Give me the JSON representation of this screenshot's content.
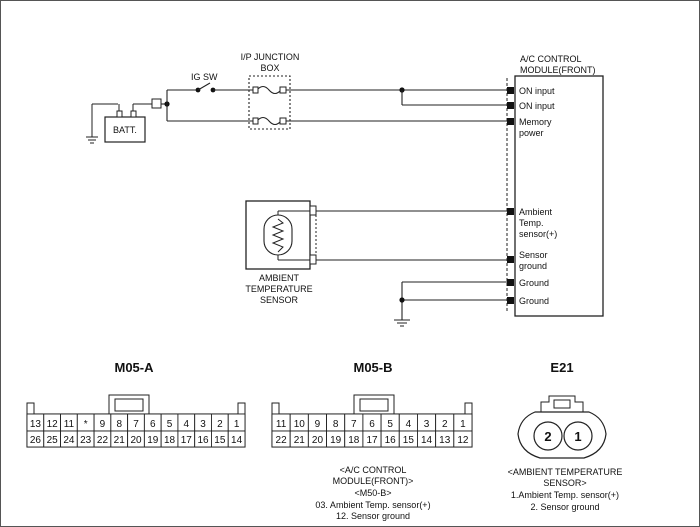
{
  "schematic": {
    "ig_sw": "IG SW",
    "batt": "BATT.",
    "junction_box": [
      "I/P JUNCTION",
      "BOX"
    ],
    "module_title": [
      "A/C CONTROL",
      "MODULE(FRONT)"
    ],
    "module_pins": {
      "on_input_1": "ON input",
      "on_input_2": "ON input",
      "memory_power": [
        "Memory",
        "power"
      ],
      "ambient_sensor": [
        "Ambient",
        "Temp.",
        "sensor(+)"
      ],
      "sensor_ground": [
        "Sensor",
        "ground"
      ],
      "ground_1": "Ground",
      "ground_2": "Ground"
    },
    "sensor_label": [
      "AMBIENT",
      "TEMPERATURE",
      "SENSOR"
    ]
  },
  "connectors": {
    "m05a": {
      "title": "M05-A",
      "top_row": [
        "13",
        "12",
        "11",
        "*",
        "9",
        "8",
        "7",
        "6",
        "5",
        "4",
        "3",
        "2",
        "1"
      ],
      "bottom_row": [
        "26",
        "25",
        "24",
        "23",
        "22",
        "21",
        "20",
        "19",
        "18",
        "17",
        "16",
        "15",
        "14"
      ]
    },
    "m05b": {
      "title": "M05-B",
      "top_row": [
        "11",
        "10",
        "9",
        "8",
        "7",
        "6",
        "5",
        "4",
        "3",
        "2",
        "1"
      ],
      "bottom_row": [
        "22",
        "21",
        "20",
        "19",
        "18",
        "17",
        "16",
        "15",
        "14",
        "13",
        "12"
      ],
      "caption": [
        "<A/C CONTROL",
        "MODULE(FRONT)>",
        "<M50-B>",
        "03. Ambient Temp. sensor(+)",
        "12. Sensor ground"
      ]
    },
    "e21": {
      "title": "E21",
      "pins": [
        "2",
        "1"
      ],
      "caption": [
        "<AMBIENT TEMPERATURE",
        "SENSOR>",
        "1.Ambient Temp. sensor(+)",
        "2. Sensor ground"
      ]
    }
  }
}
